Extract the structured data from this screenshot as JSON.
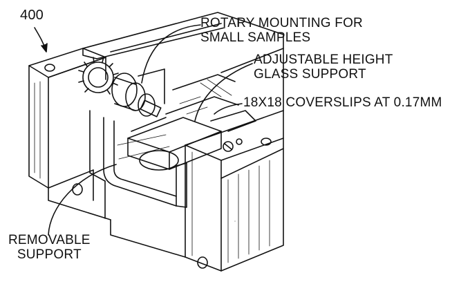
{
  "figure": {
    "reference_number": "400",
    "labels": {
      "rotary_mounting": [
        "ROTARY MOUNTING FOR",
        "SMALL SAMPLES"
      ],
      "adjustable_height": [
        "ADJUSTABLE HEIGHT",
        "GLASS SUPPORT"
      ],
      "coverslips": "18X18 COVERSLIPS AT 0.17MM",
      "removable_support": [
        "REMOVABLE",
        "SUPPORT"
      ]
    }
  }
}
